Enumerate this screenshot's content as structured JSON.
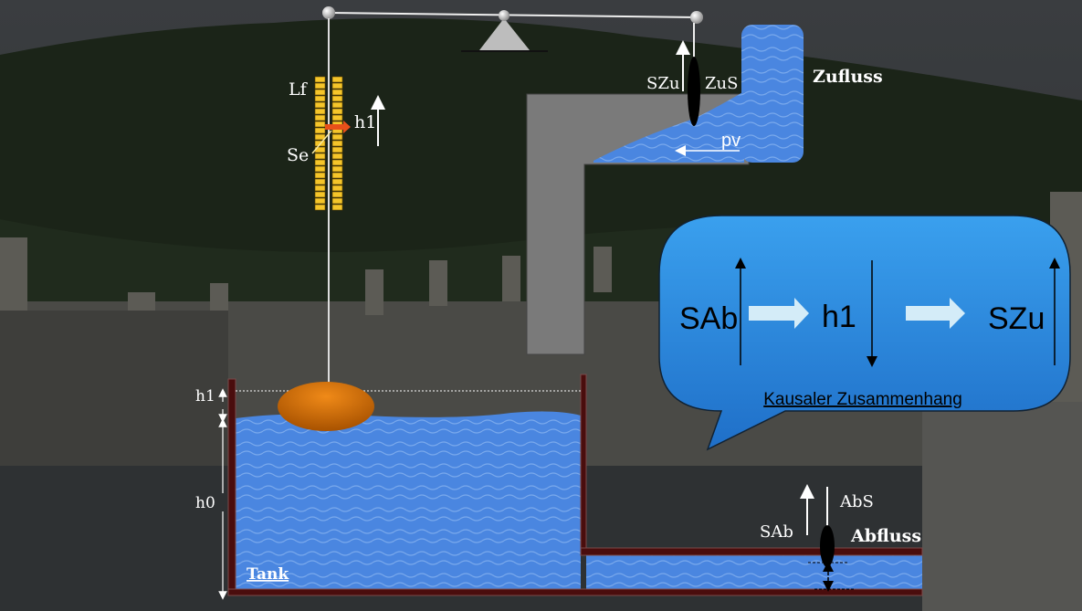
{
  "labels": {
    "lf": "Lf",
    "se": "Se",
    "h1_sensor": "h1",
    "h1_tank": "h1",
    "h0": "h0",
    "tank": "Tank",
    "szu": "SZu",
    "zus": "ZuS",
    "pv": "pv",
    "zufluss": "Zufluss",
    "sab": "SAb",
    "abs": "AbS",
    "abfluss": "Abfluss"
  },
  "bubble": {
    "sab": "SAb",
    "h1": "h1",
    "szu": "SZu",
    "caption": "Kausaler Zusammenhang"
  },
  "colors": {
    "water": "#4a86e0",
    "wall": "#4a0d0d",
    "pipe": "#7a7a7a",
    "bubble": "#2e8fe0",
    "float": "#e07810",
    "sensor": "#f5c52a"
  }
}
